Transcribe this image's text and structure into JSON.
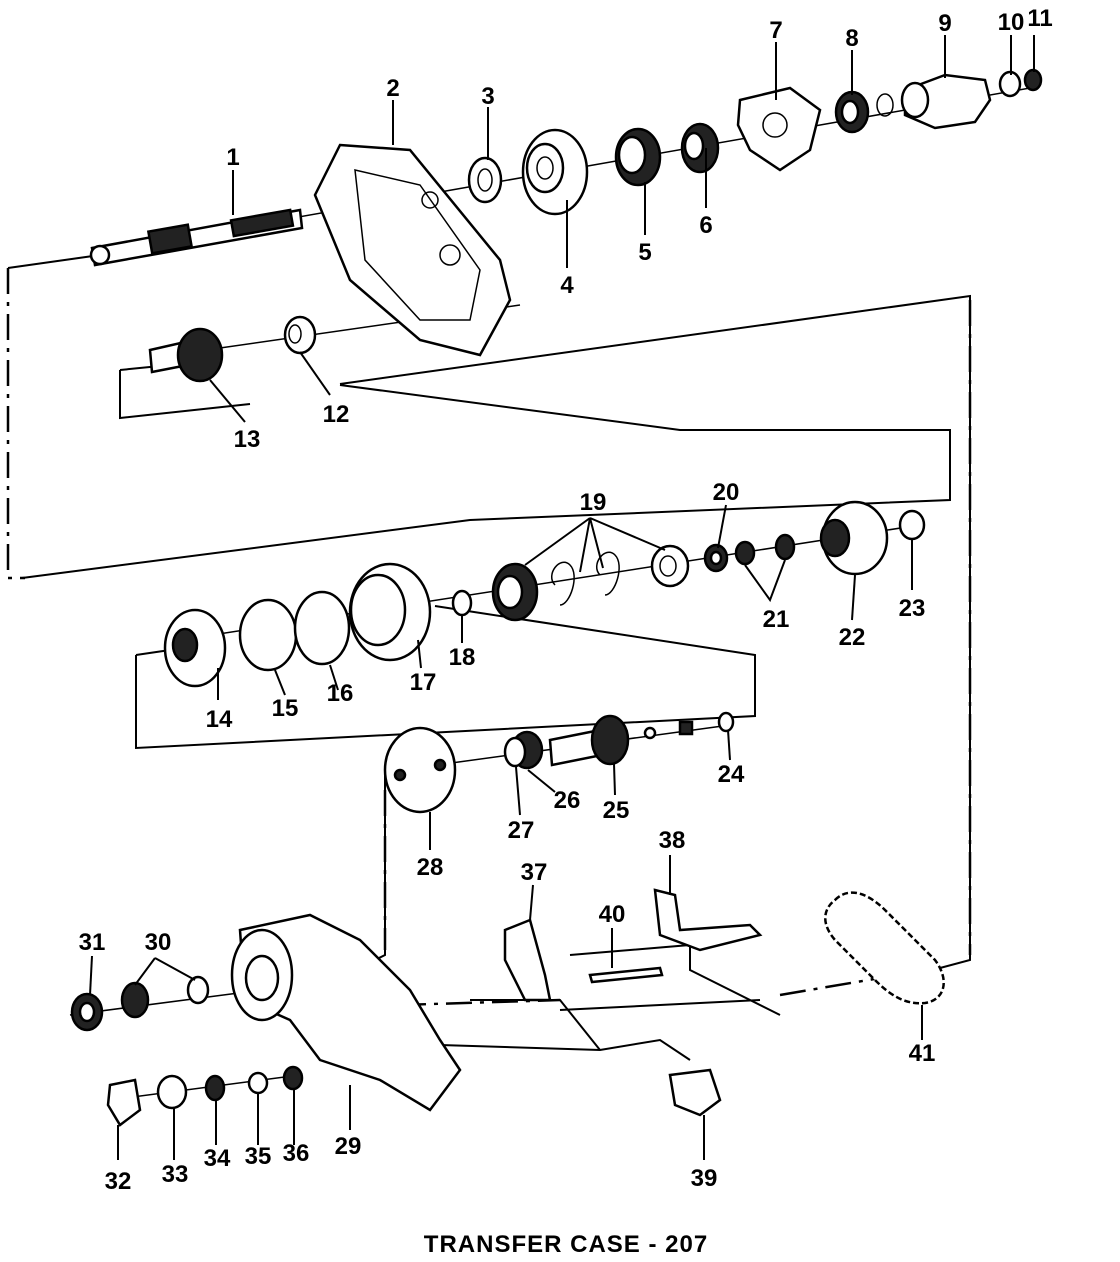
{
  "title": "TRANSFER CASE - 207",
  "callouts": [
    "1",
    "2",
    "3",
    "4",
    "5",
    "6",
    "7",
    "8",
    "9",
    "10",
    "11",
    "12",
    "13",
    "14",
    "15",
    "16",
    "17",
    "18",
    "19",
    "20",
    "21",
    "22",
    "23",
    "24",
    "25",
    "26",
    "27",
    "28",
    "29",
    "30",
    "31",
    "32",
    "33",
    "34",
    "35",
    "36",
    "37",
    "38",
    "39",
    "40",
    "41"
  ]
}
